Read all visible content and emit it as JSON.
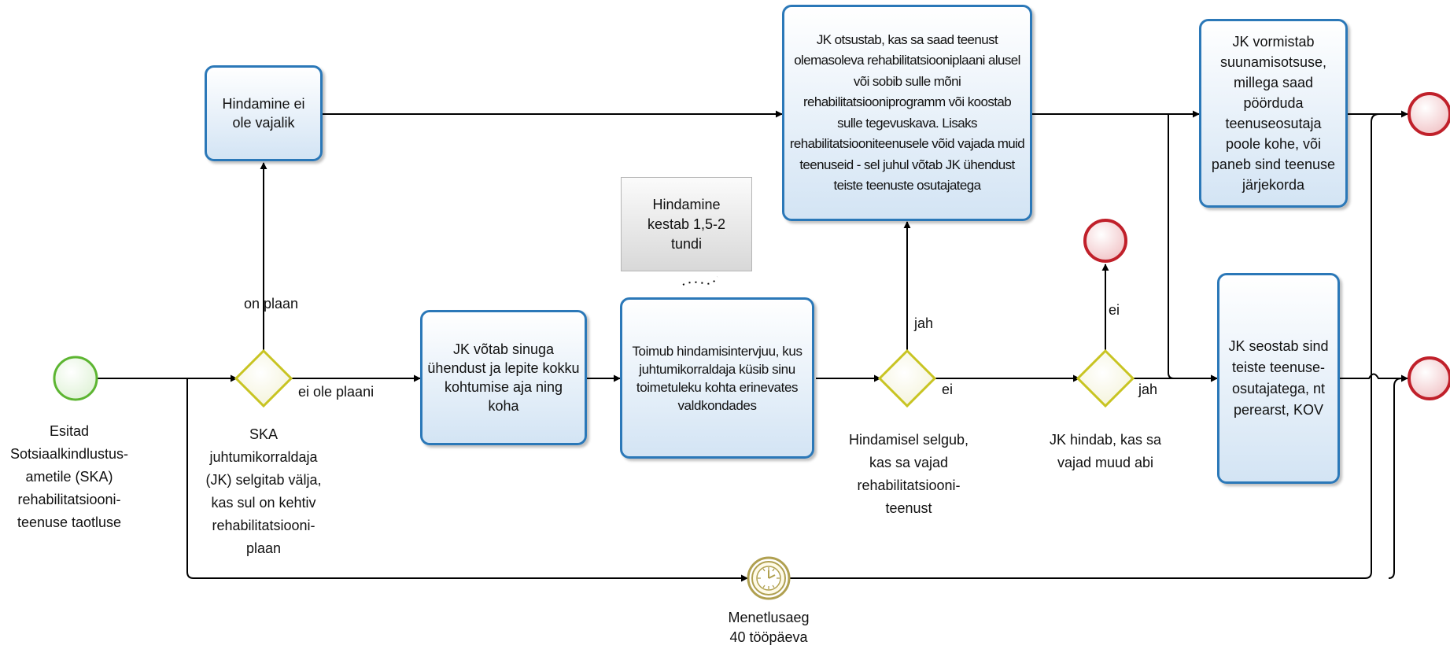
{
  "start_event": {
    "label": "Esitad Sotsiaalkindlustus-ametile (SKA) rehabilitatsiooni-teenuse taotluse"
  },
  "gateway_plan": {
    "label": "SKA juhtumikorraldaja (JK) selgitab välja, kas sul on kehtiv rehabilitatsiooni-plaan",
    "yes": "on plaan",
    "no": "ei ole plaani"
  },
  "task_no_assessment": {
    "label": "Hindamine ei ole vajalik"
  },
  "task_contact": {
    "label": "JK võtab sinuga ühendust ja lepite kokku kohtumise aja ning koha"
  },
  "annotation": {
    "label": "Hindamine kestab 1,5-2 tundi"
  },
  "task_interview": {
    "label": "Toimub hindamisintervjuu, kus juhtumikorraldaja küsib sinu toimetuleku kohta erinevates valdkondades"
  },
  "gateway_rehab": {
    "label": "Hindamisel selgub, kas sa vajad rehabilitatsiooni-teenust",
    "yes": "jah",
    "no": "ei"
  },
  "task_decide": {
    "label": "JK otsustab, kas sa saad teenust olemasoleva rehabilitatsiooniplaani alusel või sobib sulle mõni rehabilitatsiooniprogramm või koostab sulle tegevuskava. Lisaks rehabilitatsiooniteenusele võid vajada muid teenuseid - sel juhul võtab JK ühendust teiste teenuste osutajatega"
  },
  "gateway_other": {
    "label": "JK hindab, kas sa vajad muud abi",
    "yes": "jah",
    "no": "ei"
  },
  "task_referral": {
    "label": "JK vormistab suunamisotsuse, millega saad pöörduda teenuseosutaja poole kohe, või paneb sind teenuse järjekorda"
  },
  "task_link": {
    "label": "JK seostab sind teiste teenuse-osutajatega, nt perearst, KOV"
  },
  "timer_event": {
    "label": "Menetlusaeg 40 tööpäeva"
  },
  "colors": {
    "start": "#5cb531",
    "end": "#c0202a",
    "gateway": "#c8c422",
    "task_border": "#2b78b8",
    "timer": "#b0a050"
  }
}
